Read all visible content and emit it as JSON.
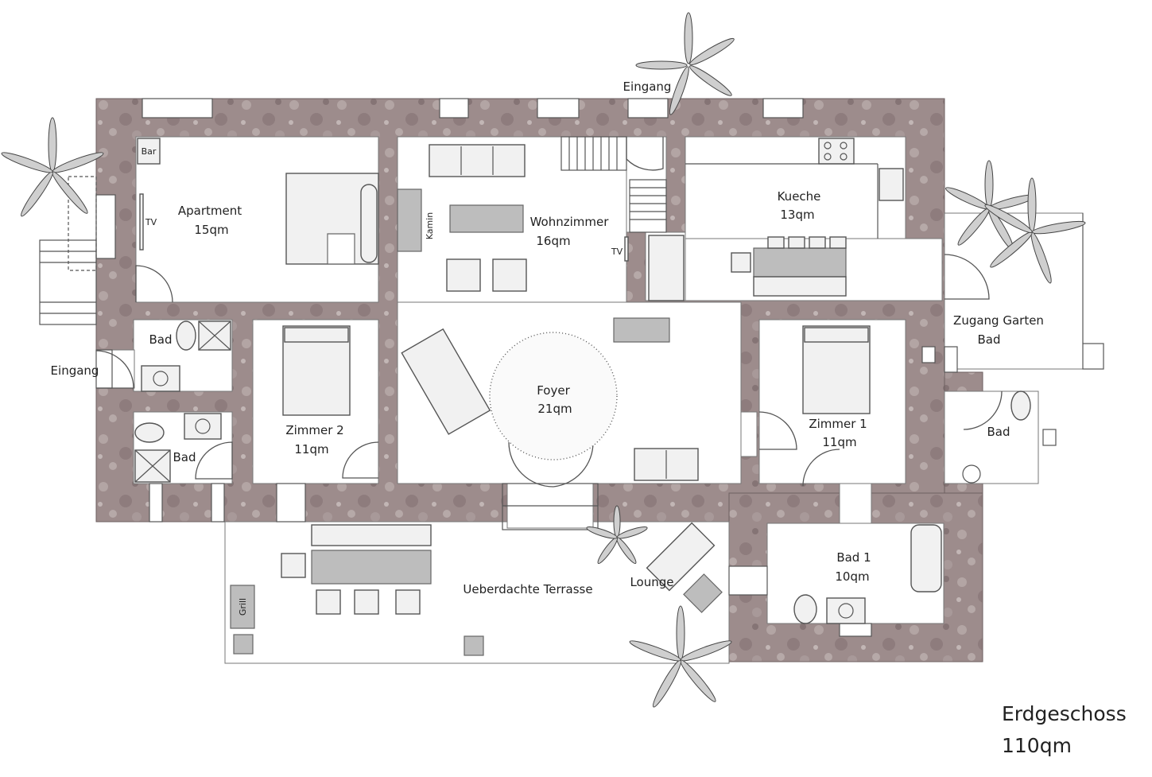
{
  "floor": {
    "name": "Erdgeschoss",
    "area": "110qm"
  },
  "rooms": {
    "apartment": {
      "name": "Apartment",
      "area": "15qm"
    },
    "wohnzimmer": {
      "name": "Wohnzimmer",
      "area": "16qm"
    },
    "kueche": {
      "name": "Kueche",
      "area": "13qm"
    },
    "foyer": {
      "name": "Foyer",
      "area": "21qm"
    },
    "zimmer2": {
      "name": "Zimmer 2",
      "area": "11qm"
    },
    "zimmer1": {
      "name": "Zimmer 1",
      "area": "11qm"
    },
    "bad1": {
      "name": "Bad 1",
      "area": "10qm"
    },
    "zugang": {
      "name": "Zugang Garten",
      "sub": "Bad"
    },
    "terrasse": {
      "name": "Ueberdachte Terrasse"
    }
  },
  "labels": {
    "bad_a": "Bad",
    "bad_b": "Bad",
    "bad_c": "Bad",
    "eingang_top": "Eingang",
    "eingang_left": "Eingang",
    "bar": "Bar",
    "tv_apartment": "TV",
    "tv_wohn": "TV",
    "kamin": "Kamin",
    "grill": "Grill",
    "lounge": "Lounge"
  }
}
